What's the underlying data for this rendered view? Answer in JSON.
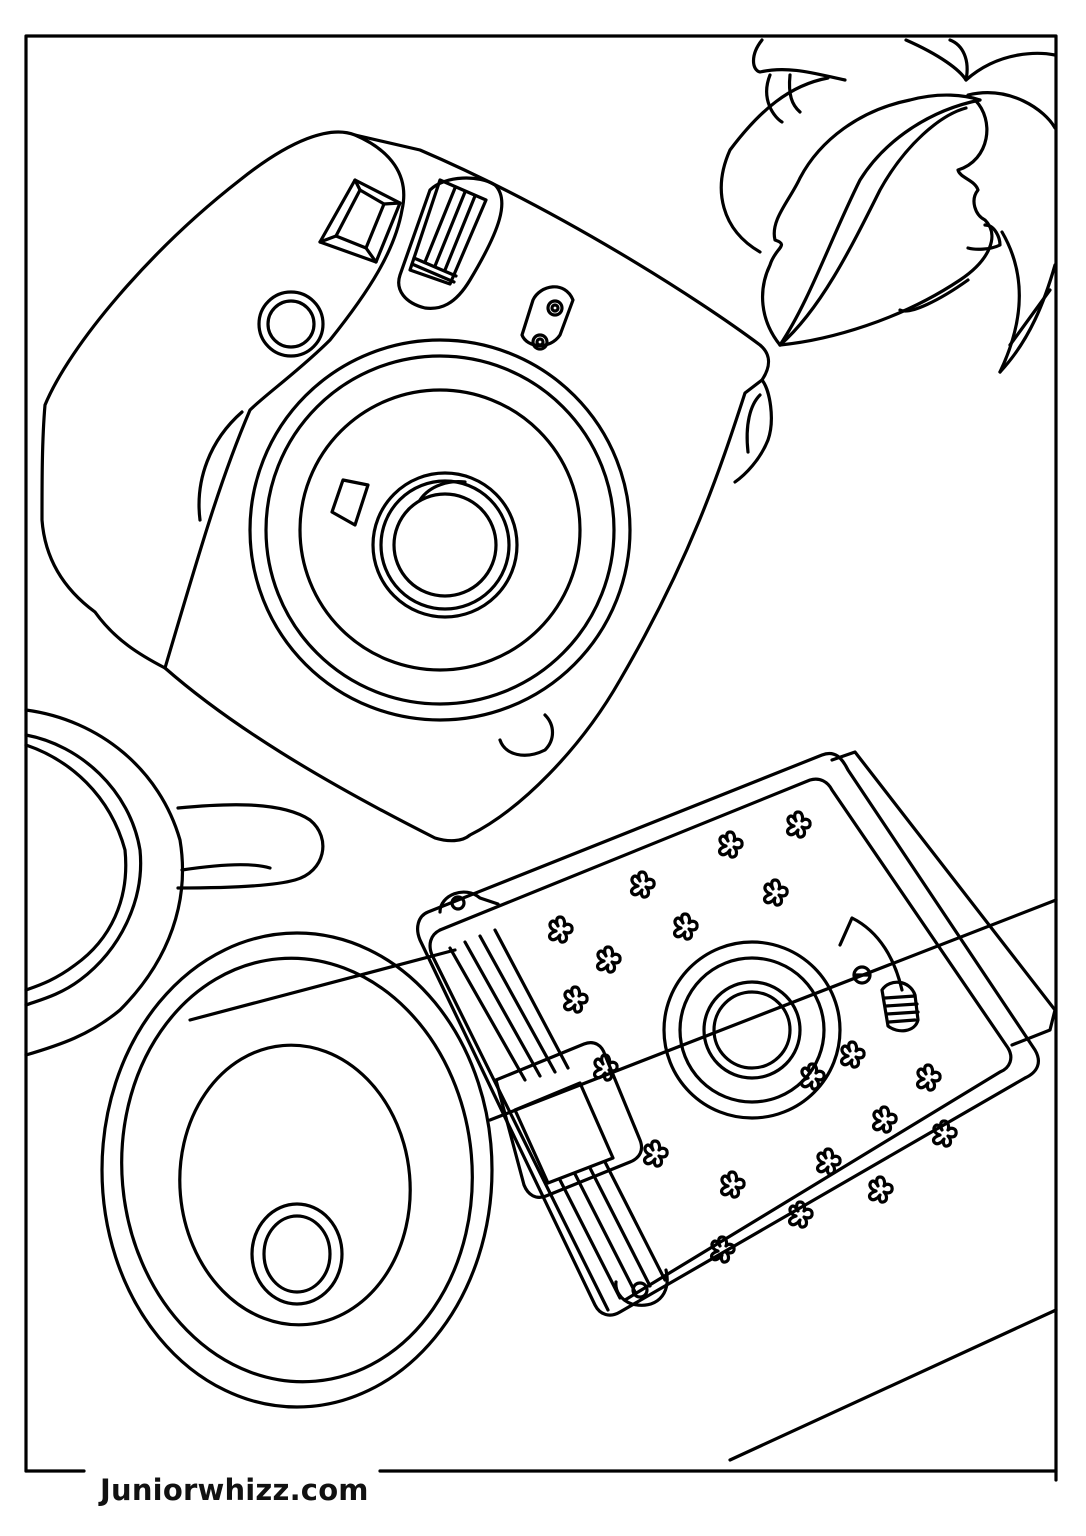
{
  "page": {
    "type": "coloring-page",
    "subject": "Instant camera, vintage camera, coffee mug and saucer, plant leaves",
    "line_color": "#000000",
    "background_color": "#ffffff"
  },
  "footer": {
    "watermark": "Juniorwhizz.com"
  },
  "illustration": {
    "elements": [
      {
        "name": "instant-camera",
        "label": "Instant camera"
      },
      {
        "name": "vintage-camera",
        "label": "Vintage camera with flower pattern"
      },
      {
        "name": "coffee-mug",
        "label": "Coffee mug"
      },
      {
        "name": "saucer",
        "label": "Saucer"
      },
      {
        "name": "plant-leaves",
        "label": "Plant leaves"
      },
      {
        "name": "table-edge",
        "label": "Table edge"
      }
    ],
    "flower_count": 20
  }
}
